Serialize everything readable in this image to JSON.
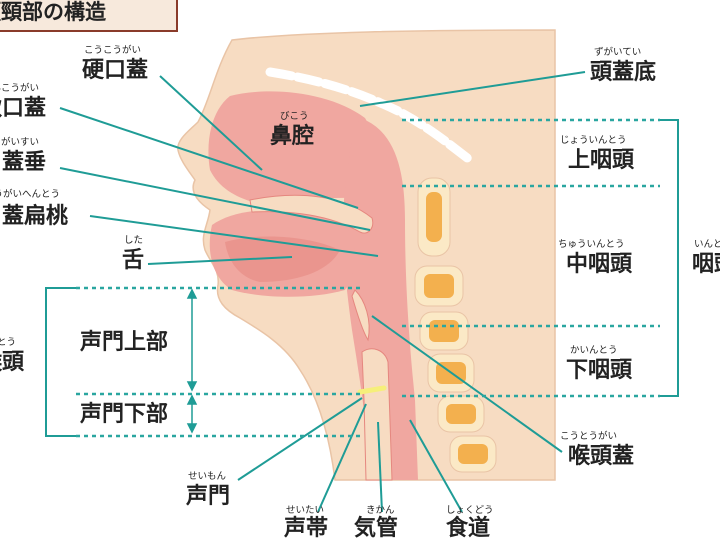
{
  "title": "頭頸部の構造",
  "colors": {
    "skin": "#f7dcc2",
    "skin_edge": "#e9c4a6",
    "cavity": "#f0a7a0",
    "cavity_dark": "#e5877f",
    "vertebra": "#fbe9c6",
    "vertebra_inner": "#f3b04e",
    "leader_line": "#1f9c96",
    "dotted_line": "#2aa6a0",
    "bracket": "#1f9c96",
    "vocal_fold": "#f6ef7a",
    "title_bg": "#f7e9dc",
    "title_border": "#8a3b2a"
  },
  "labels": {
    "hard_palate": {
      "text": "硬口蓋",
      "ruby": "こうこうがい"
    },
    "soft_palate": {
      "text": "軟口蓋",
      "ruby": "なんこうがい"
    },
    "uvula": {
      "text": "口蓋垂",
      "ruby": "こうがいすい"
    },
    "palatine_tonsil": {
      "text": "口蓋扁桃",
      "ruby": "こうがいへんとう"
    },
    "tongue": {
      "text": "舌",
      "ruby": "した"
    },
    "nasal_cavity": {
      "text": "鼻腔",
      "ruby": "びこう"
    },
    "skull_base": {
      "text": "頭蓋底",
      "ruby": "ずがいてい"
    },
    "nasopharynx": {
      "text": "上咽頭",
      "ruby": "じょういんとう"
    },
    "oropharynx": {
      "text": "中咽頭",
      "ruby": "ちゅういんとう"
    },
    "hypopharynx": {
      "text": "下咽頭",
      "ruby": "かいんとう"
    },
    "pharynx": {
      "text": "咽頭",
      "ruby": "いんとう"
    },
    "larynx": {
      "text": "喉頭",
      "ruby": "こうとう"
    },
    "supraglottis": {
      "text": "声門上部"
    },
    "subglottis": {
      "text": "声門下部"
    },
    "glottis": {
      "text": "声門",
      "ruby": "せいもん"
    },
    "epiglottis": {
      "text": "喉頭蓋",
      "ruby": "こうとうがい"
    },
    "vocal_cords": {
      "text": "声帯",
      "ruby": "せいたい"
    },
    "trachea": {
      "text": "気管",
      "ruby": "きかん"
    },
    "esophagus": {
      "text": "食道",
      "ruby": "しょくどう"
    }
  }
}
